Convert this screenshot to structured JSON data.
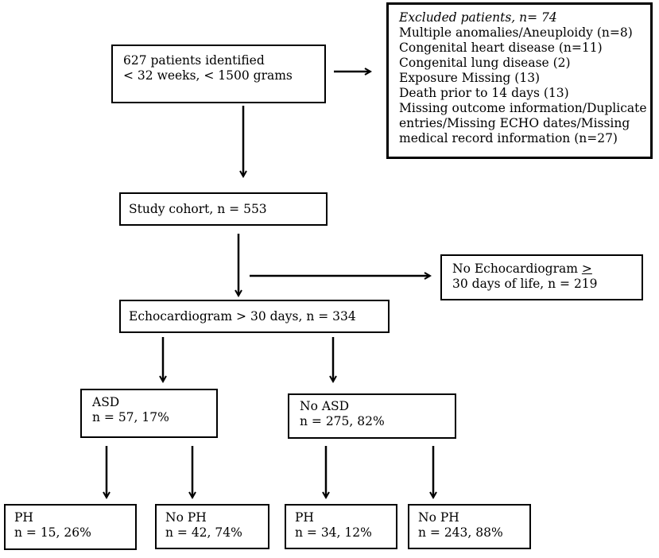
{
  "identified": {
    "line1": "627 patients identified",
    "line2": "< 32 weeks, < 1500 grams"
  },
  "excluded": {
    "title": "Excluded patients, n= 74",
    "items": [
      "Multiple anomalies/Aneuploidy (n=8)",
      "Congenital heart disease (n=11)",
      "Congenital lung disease (2)",
      "Exposure Missing (13)",
      "Death prior to 14 days (13)",
      "Missing outcome information/Duplicate",
      "entries/Missing ECHO dates/Missing",
      "medical record information (n=27)"
    ]
  },
  "cohort": {
    "label": "Study cohort, n = 553"
  },
  "no_echo": {
    "line1_pre": "No Echocardiogram ",
    "line1_sym": ">",
    "line2": "30 days of life, n = 219"
  },
  "echo": {
    "label": "Echocardiogram > 30 days, n = 334"
  },
  "asd": {
    "title": "ASD",
    "stat": "n = 57, 17%"
  },
  "no_asd": {
    "title": "No ASD",
    "stat": "n = 275, 82%"
  },
  "outcomes": {
    "asd_ph": {
      "title": "PH",
      "stat": "n = 15, 26%"
    },
    "asd_no_ph": {
      "title": "No PH",
      "stat": "n = 42, 74%"
    },
    "noasd_ph": {
      "title": "PH",
      "stat": "n = 34, 12%"
    },
    "noasd_no_ph": {
      "title": "No PH",
      "stat": "n = 243, 88%"
    }
  }
}
